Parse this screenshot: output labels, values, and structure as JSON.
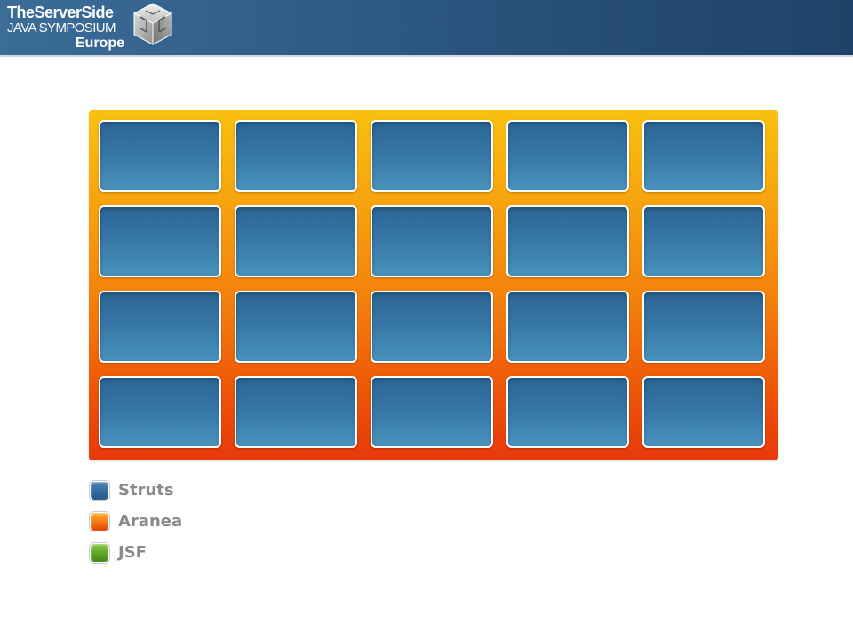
{
  "header": {
    "logo_line1": "TheServerSide",
    "logo_line2": "JAVA SYMPOSIUM",
    "logo_line3": "Europe",
    "background_color": "#2f5d88"
  },
  "grid": {
    "rows": 4,
    "columns": 5,
    "tile_color": "#3676a6",
    "frame_gradient": [
      "#f9c10e",
      "#e8380a"
    ]
  },
  "legend": {
    "items": [
      {
        "label": "Struts",
        "color": "#2f6a9e"
      },
      {
        "label": "Aranea",
        "color": "#ee6a10"
      },
      {
        "label": "JSF",
        "color": "#5aa426"
      }
    ]
  }
}
